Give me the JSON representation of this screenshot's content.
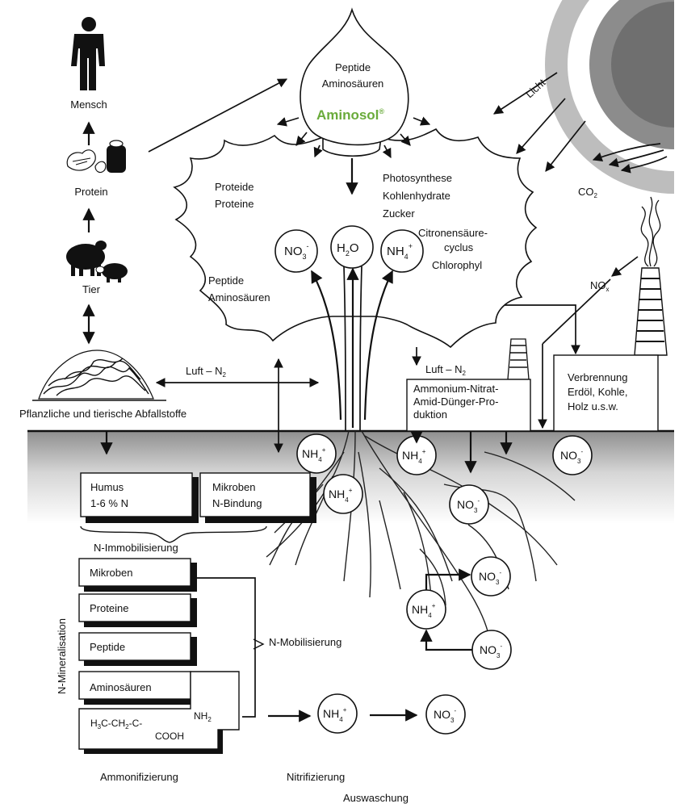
{
  "sources": {
    "human": "Mensch",
    "protein": "Protein",
    "animal": "Tier",
    "waste": "Pflanzliche und tierische Abfallstoffe"
  },
  "drop": {
    "line1": "Peptide",
    "line2": "Aminosäuren",
    "brand": "Aminosol",
    "brand_mark": "®",
    "brand_color": "#6aab3b"
  },
  "leaf_left": {
    "l1": "Proteide",
    "l2": "Proteine",
    "l3": "Peptide",
    "l4": "Aminosäuren"
  },
  "leaf_right": {
    "l1": "Photosynthese",
    "l2": "Kohlenhydrate",
    "l3": "Zucker",
    "l4": "Citronensäure-",
    "l5": "cyclus",
    "l6": "Chlorophyl"
  },
  "sky": {
    "light": "Licht",
    "co2_main": "CO",
    "co2_sub": "2",
    "nox_main": "NO",
    "nox_sub": "x"
  },
  "air_left": {
    "main": "Luft – N",
    "sub": "2"
  },
  "air_right": {
    "main": "Luft – N",
    "sub": "2"
  },
  "industry": {
    "l1": "Ammonium-Nitrat-",
    "l2": "Amid-Dünger-Pro-",
    "l3": "duktion"
  },
  "combustion": {
    "l1": "Verbrennung",
    "l2": "Erdöl, Kohle,",
    "l3": "Holz u.s.w."
  },
  "chem": {
    "no3": "NO",
    "no3_sub": "3",
    "no3_sup": "-",
    "h2o_a": "H",
    "h2o_sub": "2",
    "h2o_b": "O",
    "nh4": "NH",
    "nh4_sub": "4",
    "nh4_sup": "+"
  },
  "soil": {
    "humus_l1": "Humus",
    "humus_l2": "1-6 % N",
    "microbes_l1": "Mikroben",
    "microbes_l2": "N-Bindung",
    "immobilization": "N-Immobilisierung",
    "mineralization": "N-Mineralisation",
    "mobilization": "N-Mobilisierung",
    "min_microbes": "Mikroben",
    "min_proteins": "Proteine",
    "min_peptides": "Peptide",
    "min_amino": "Aminosäuren",
    "formula_a": "H",
    "formula_sub1": "3",
    "formula_b": "C-CH",
    "formula_sub2": "2",
    "formula_c": "-C-",
    "formula_nh2": "NH",
    "formula_nh2_sub": "2",
    "formula_cooh": "COOH",
    "ammonification": "Ammonifizierung",
    "nitrification": "Nitrifizierung",
    "leaching": "Auswaschung"
  }
}
